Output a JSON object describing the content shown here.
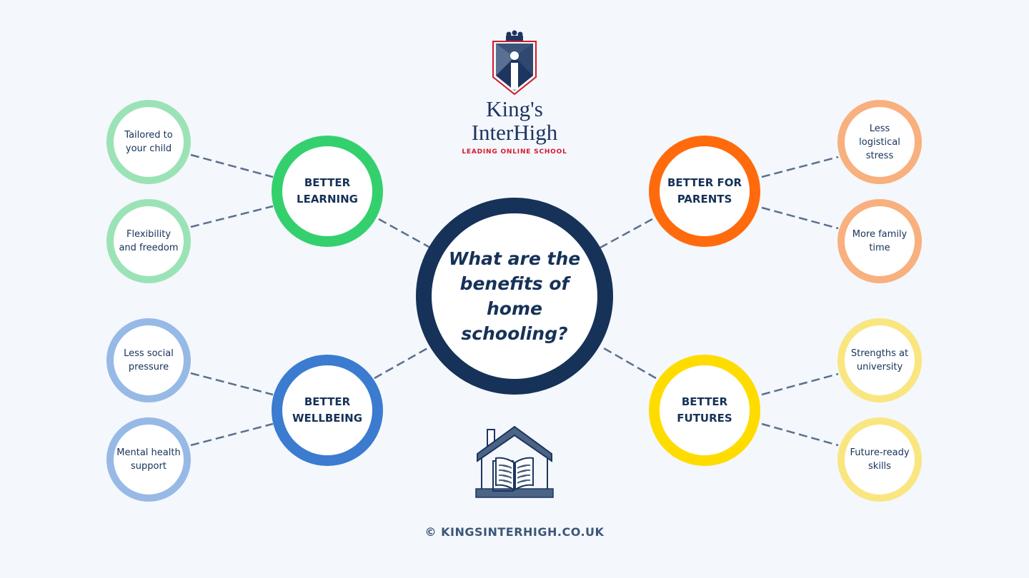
{
  "logo": {
    "name_line1": "King's",
    "name_line2": "InterHigh",
    "tagline": "LEADING ONLINE SCHOOL",
    "colors": {
      "navy": "#1d3560",
      "red": "#d4192d"
    }
  },
  "center": {
    "question": "What are the benefits of home schooling?",
    "color": "#163258"
  },
  "categories": [
    {
      "label_line1": "BETTER",
      "label_line2": "LEARNING",
      "color": "#34d06e",
      "light_color": "#9be3b6",
      "benefits": [
        {
          "label": "Tailored to your child"
        },
        {
          "label": "Flexibility and freedom"
        }
      ]
    },
    {
      "label_line1": "BETTER FOR",
      "label_line2": "PARENTS",
      "color": "#ff6a0d",
      "light_color": "#f8b07e",
      "benefits": [
        {
          "label": "Less logistical stress"
        },
        {
          "label": "More family time"
        }
      ]
    },
    {
      "label_line1": "BETTER",
      "label_line2": "WELLBEING",
      "color": "#3b7bd0",
      "light_color": "#97b9e6",
      "benefits": [
        {
          "label": "Less social pressure"
        },
        {
          "label": "Mental health support"
        }
      ]
    },
    {
      "label_line1": "BETTER",
      "label_line2": "FUTURES",
      "color": "#ffdc00",
      "light_color": "#f9e680",
      "benefits": [
        {
          "label": "Strengths at university"
        },
        {
          "label": "Future-ready skills"
        }
      ]
    }
  ],
  "icons": {
    "logo": "crest-icon",
    "house": "house-book-icon"
  },
  "connector_color": "#5b6f8e",
  "footer": {
    "text": "© KINGSINTERHIGH.CO.UK"
  }
}
